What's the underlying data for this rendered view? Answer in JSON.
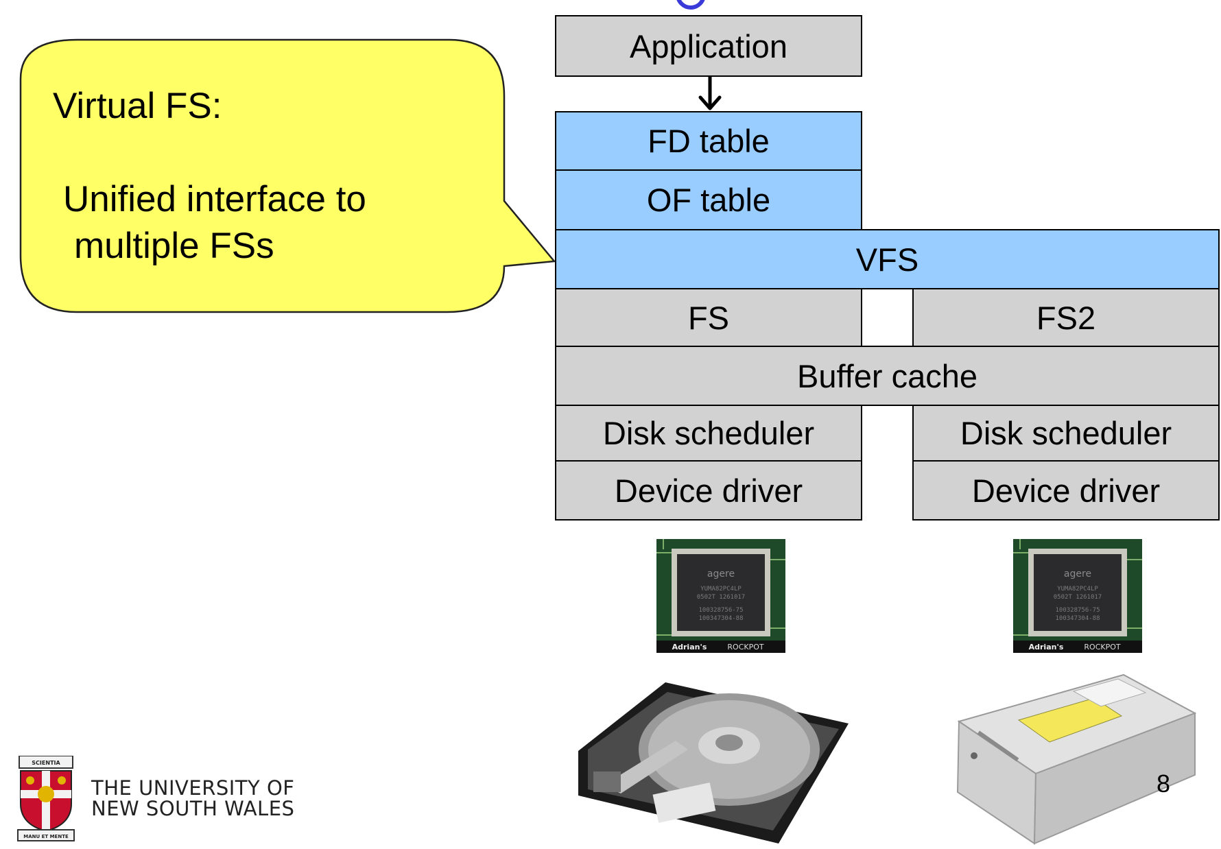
{
  "callout": {
    "heading": "Virtual FS:",
    "line1": "Unified interface to",
    "line2": "multiple FSs"
  },
  "stack": {
    "application": "Application",
    "fd_table": "FD table",
    "of_table": "OF table",
    "vfs": "VFS",
    "fs": "FS",
    "fs2": "FS2",
    "buffer_cache": "Buffer cache",
    "disk_scheduler_left": "Disk scheduler",
    "disk_scheduler_right": "Disk scheduler",
    "device_driver_left": "Device driver",
    "device_driver_right": "Device driver"
  },
  "chip": {
    "brand": "agere",
    "codes": [
      "YUMA82PC4LP",
      "0502T 1261017",
      "100328756-75",
      "100347304-88"
    ],
    "caption_left": "Adrian's",
    "caption_right": "ROCKPOT"
  },
  "logo": {
    "line1": "THE UNIVERSITY OF",
    "line2": "NEW SOUTH WALES",
    "crest_scroll_top": "SCIENTIA",
    "crest_scroll_bottom": "MANU ET MENTE"
  },
  "page_number": "8",
  "colors": {
    "box_gray": "#d2d2d2",
    "box_blue": "#99ccff",
    "callout_fill": "#ffff66",
    "title_accent": "#3a3ad8"
  }
}
